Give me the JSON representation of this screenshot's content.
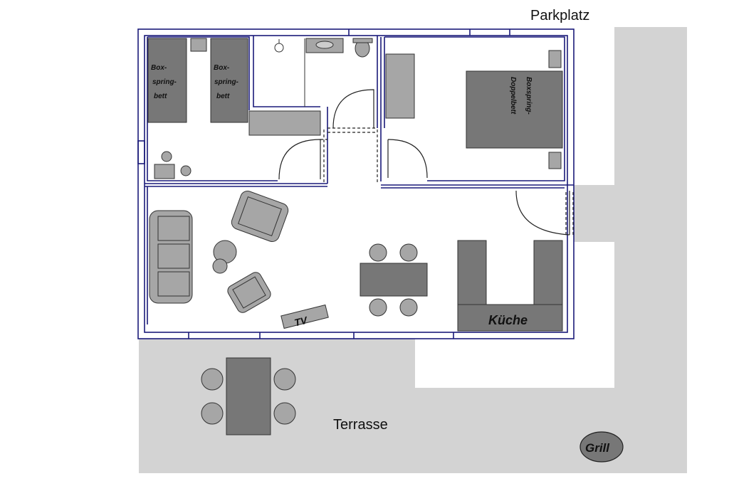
{
  "labels": {
    "parking": "Parkplatz",
    "terrace": "Terrasse",
    "grill": "Grill",
    "kitchen": "Küche",
    "tv": "TV",
    "bed1_l1": "Box-",
    "bed1_l2": "spring-",
    "bed1_l3": "bett",
    "bed2_l1": "Box-",
    "bed2_l2": "spring-",
    "bed2_l3": "bett",
    "double_l1": "Boxspring-",
    "double_l2": "Doppelbett"
  },
  "colors": {
    "outdoor": "#d3d3d3",
    "furniture_dark": "#777777",
    "furniture_mid": "#a6a6a6",
    "wall_line": "#1a1a7a",
    "outline": "#333333"
  }
}
